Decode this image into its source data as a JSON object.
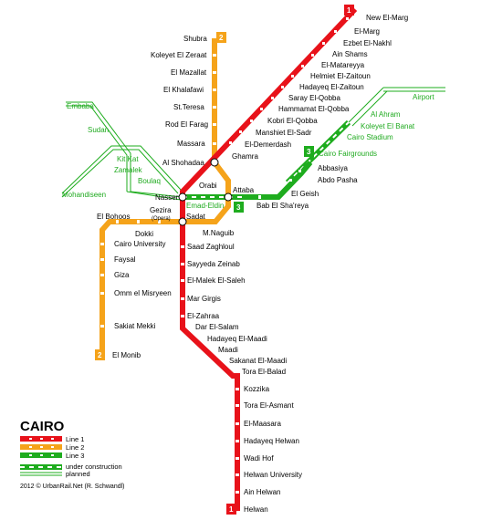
{
  "title": "CAIRO",
  "credit": "2012 © UrbanRail.Net (R. Schwandl)",
  "colors": {
    "line1": "#e8121a",
    "line2": "#f5a31a",
    "line3": "#1eac1e",
    "planned": "#1eac1e"
  },
  "lines": {
    "line1_badge": "1",
    "line2_badge": "2",
    "line3_badge": "3"
  },
  "legend": {
    "line1": "Line 1",
    "line2": "Line 2",
    "line3": "Line 3",
    "under_construction": "under construction",
    "planned": "planned"
  },
  "stations": {
    "new_el_marg": "New El-Marg",
    "el_marg": "El-Marg",
    "ezbet_el_nakhl": "Ezbet El-Nakhl",
    "ain_shams": "Ain Shams",
    "el_matareyya": "El-Matareyya",
    "helmiet_el_zaitoun": "Helmiet El-Zaitoun",
    "hadayeq_el_zaitoun": "Hadayeq El-Zaitoun",
    "saray_el_qobba": "Saray El-Qobba",
    "hammamat_el_qobba": "Hammamat El-Qobba",
    "kobri_el_qobba": "Kobri El-Qobba",
    "manshiet_el_sadr": "Manshiet El-Sadr",
    "el_demerdash": "El-Demerdash",
    "ghamra": "Ghamra",
    "al_shohadaa": "Al Shohadaa",
    "orabi": "Orabi",
    "nasser": "Nasser",
    "sadat": "Sadat",
    "saad_zaghloul": "Saad Zaghloul",
    "sayyeda_zeinab": "Sayyeda Zeinab",
    "el_malek_el_saleh": "El-Malek El-Saleh",
    "mar_girgis": "Mar Girgis",
    "el_zahraa": "El-Zahraa",
    "dar_el_salam": "Dar El-Salam",
    "hadayeq_el_maadi": "Hadayeq El-Maadi",
    "maadi": "Maadi",
    "sakanat_el_maadi": "Sakanat El-Maadi",
    "tora_el_balad": "Tora El-Balad",
    "kozzika": "Kozzika",
    "tora_el_asmant": "Tora El-Asmant",
    "el_maasara": "El-Maasara",
    "hadayeq_helwan": "Hadayeq Helwan",
    "wadi_hof": "Wadi Hof",
    "helwan_university": "Helwan University",
    "ain_helwan": "Ain Helwan",
    "helwan": "Helwan",
    "shubra": "Shubra",
    "koleyet_el_zeraat": "Koleyet El Zeraat",
    "el_mazallat": "El Mazallat",
    "el_khalafawi": "El Khalafawi",
    "st_teresa": "St.Teresa",
    "rod_el_farag": "Rod El Farag",
    "massara": "Massara",
    "attaba": "Attaba",
    "m_naguib": "M.Naguib",
    "opera": "Gezira",
    "opera_sub": "(Opera)",
    "el_bohoos": "El Bohoos",
    "dokki": "Dokki",
    "cairo_university": "Cairo University",
    "faysal": "Faysal",
    "giza": "Giza",
    "omm_el_misryeen": "Omm el Misryeen",
    "sakiat_mekki": "Sakiat Mekki",
    "el_monib": "El Monib",
    "bab_el_sharya": "Bab El Sha'reya",
    "el_geish": "El Geish",
    "abdo_pasha": "Abdo Pasha",
    "abbasiya": "Abbasiya",
    "emad_eldin": "Emad-Eldin",
    "cairo_fairgrounds": "Cairo Fairgrounds",
    "cairo_stadium": "Cairo Stadium",
    "koleyet_el_banat": "Koleyet El Banat",
    "al_ahram": "Al Ahram",
    "airport": "Airport",
    "embaba": "Embaba",
    "sudan": "Sudan",
    "kit_kat": "Kit Kat",
    "zamalek": "Zamalek",
    "boulaq": "Boulaq",
    "mohandiseen": "Mohandiseen"
  }
}
